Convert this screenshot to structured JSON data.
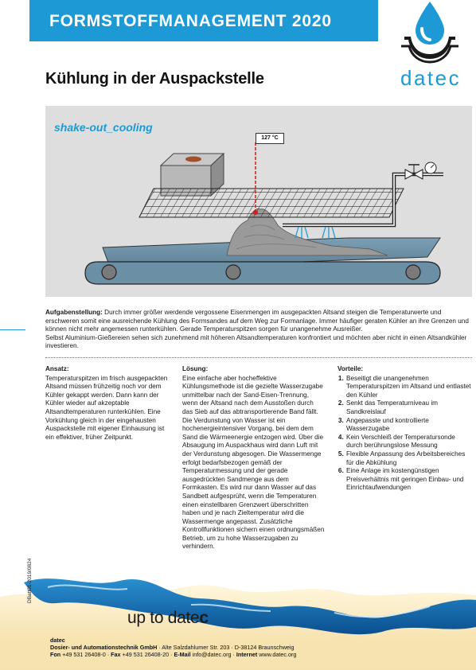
{
  "header": {
    "title": "FORMSTOFFMANAGEMENT 2020"
  },
  "logo": {
    "wordmark": "datec",
    "colors": {
      "blue": "#1d9ad6",
      "dark": "#1a1a1a"
    }
  },
  "page_title": "Kühlung in der Auspackstelle",
  "figure": {
    "label": "shake-out_cooling",
    "temperature": "127 °C"
  },
  "task": {
    "heading": "Aufgabenstellung:",
    "text": "Durch immer größer werdende vergossene Eisenmengen im ausgepackten Altsand steigen die Temperaturwerte und erschweren somit eine ausreichende Kühlung des Formsandes auf dem Weg zur Formanlage. Immer häufiger geraten Kühler an ihre Grenzen und können nicht mehr angemessen runterkühlen. Gerade Temperaturspitzen sorgen für unangenehme Ausreißer.",
    "text2": "Selbst Aluminium-Gießereien sehen sich zunehmend mit höheren Altsandtemperaturen konfrontiert und möchten aber nicht in einen Altsandkühler investieren."
  },
  "approach": {
    "heading": "Ansatz:",
    "text": "Temperaturspitzen im frisch ausgepackten Altsand müssen frühzeitig noch vor dem Kühler gekappt werden. Dann kann der Kühler wieder auf akzeptable Altsandtemperaturen runterkühlen. Eine Vorkühlung gleich in der eingehausten Auspackstelle mit eigener Einhausung ist ein effektiver, früher Zeitpunkt."
  },
  "solution": {
    "heading": "Lösung:",
    "text": "Eine einfache aber hocheffektive Kühlungsmethode ist die gezielte Wasserzugabe unmittelbar nach der Sand-Eisen-Trennung, wenn der Altsand nach dem Ausstoßen durch das Sieb auf das abtransportierende Band fällt. Die Verdunstung von Wasser ist ein hochenergieintensiver Vorgang, bei dem dem Sand die Wärmeenergie entzogen wird. Über die Absaugung im Auspackhaus wird dann Luft mit der Verdunstung abgesogen. Die Wassermenge erfolgt bedarfsbezogen gemäß der Temperaturmessung und der gerade ausgedrückten Sandmenge aus dem Formkasten. Es wird nur dann Wasser auf das Sandbett aufgesprüht, wenn die Temperaturen einen einstellbaren Grenzwert überschritten haben und je nach Zieltemperatur wird die Wassermenge angepasst. Zusätzliche Kontrollfunktionen sichern einen ordnungsmäßen Betrieb, um zu hohe Wasserzugaben zu verhindern."
  },
  "advantages": {
    "heading": "Vorteile:",
    "items": [
      "Beseitigt die unangenehmen Temperaturspitzen im Altsand und entlastet den Kühler",
      "Senkt das Temperaturniveau im Sandkreislauf",
      "Angepasste und kontrollierte Wasserzugabe",
      "Kein Verschleiß der Temperatursonde durch berührungslose Messung",
      "Flexible Anpassung des Arbeitsbereiches für die Abkühlung",
      "Eine Anlage im kostengünstigen Preisverhältnis mit geringen Einbau- und Einrichtaufwendungen"
    ]
  },
  "slogan": {
    "prefix": "up to date",
    "suffix": "c"
  },
  "doc_code": "DBatt01-2019/0824",
  "footer": {
    "company": "datec",
    "line1_bold": "Dosier- und Automationstechnik GmbH",
    "line1_rest": " · Alte Salzdahlumer Str. 203 · D-38124 Braunschweig",
    "fon_label": "Fon",
    "fon": " +49 531 26408-0 · ",
    "fax_label": "Fax",
    "fax": " +49 531 26408-20 · ",
    "email_label": "E-Mail",
    "email": " info@datec.org · ",
    "internet_label": "Internet",
    "internet": " www.datec.org"
  }
}
